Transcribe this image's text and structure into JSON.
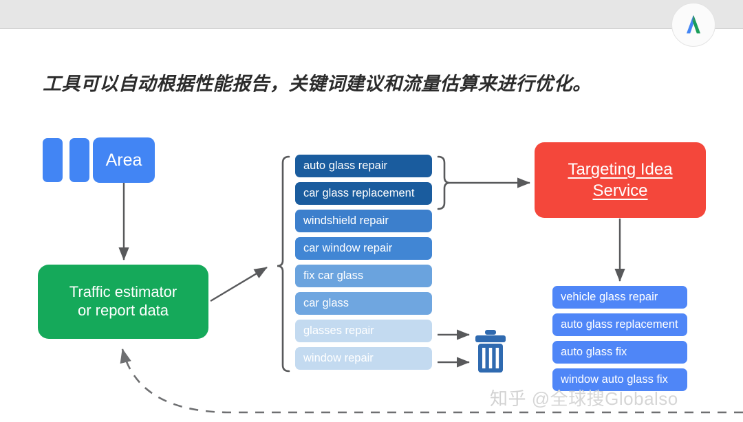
{
  "page": {
    "headline": "工具可以自动根据性能报告，关键词建议和流量估算来进行优化。",
    "watermark_site": "知乎",
    "watermark_user": "@全球搜Globalso"
  },
  "logo": {
    "name": "google-adwords-logo",
    "colors": {
      "blue": "#4285f4",
      "green": "#1a9d5a"
    }
  },
  "diagram": {
    "type": "flowchart",
    "nodes": {
      "area": {
        "label": "Area",
        "color": "#4285f4"
      },
      "traffic": {
        "line1": "Traffic estimator",
        "line2": "or report data",
        "color": "#15a95a"
      },
      "targeting": {
        "line1": "Targeting Idea",
        "line2": "Service",
        "color": "#f4473b"
      }
    },
    "keywords_left": [
      {
        "text": "auto glass repair",
        "color": "#1a5c9e"
      },
      {
        "text": "car glass replacement",
        "color": "#1a5c9e"
      },
      {
        "text": "windshield repair",
        "color": "#3c7fcc"
      },
      {
        "text": "car window repair",
        "color": "#4186d4"
      },
      {
        "text": "fix car glass",
        "color": "#6aa3de"
      },
      {
        "text": "car glass",
        "color": "#6fa6e0"
      },
      {
        "text": "glasses repair",
        "color": "#c3daf0"
      },
      {
        "text": "window repair",
        "color": "#c3daf0"
      }
    ],
    "keywords_right": [
      {
        "text": "vehicle glass repair",
        "color": "#4f86f7"
      },
      {
        "text": "auto glass replacement",
        "color": "#4f86f7"
      },
      {
        "text": "auto glass fix",
        "color": "#4f86f7"
      },
      {
        "text": "window auto glass fix",
        "color": "#4f86f7"
      }
    ],
    "icons": {
      "trash": "trash-can-icon"
    },
    "connectors": [
      {
        "from": "area",
        "to": "traffic",
        "style": "solid-arrow"
      },
      {
        "from": "traffic",
        "to": "keywords_left_brace",
        "style": "solid-arrow"
      },
      {
        "from": "keywords_top_brace",
        "to": "targeting",
        "style": "solid-arrow"
      },
      {
        "from": "targeting",
        "to": "keywords_right",
        "style": "solid-arrow"
      },
      {
        "from": "glasses repair",
        "to": "trash",
        "style": "solid-arrow"
      },
      {
        "from": "window repair",
        "to": "trash",
        "style": "solid-arrow"
      },
      {
        "from": "keywords_right",
        "to": "traffic",
        "style": "dashed-arrow"
      }
    ]
  }
}
